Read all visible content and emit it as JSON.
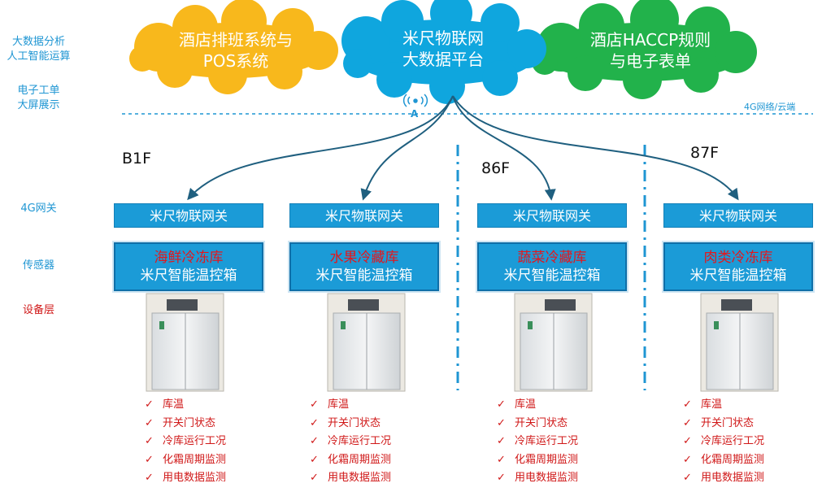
{
  "left_labels": {
    "l1": "大数据分析",
    "l2": "人工智能运算",
    "l3": "电子工单",
    "l4": "大屏展示",
    "gateway_layer": "4G网关",
    "sensor_layer": "传感器",
    "device_layer": "设备层"
  },
  "clouds": {
    "left": {
      "line1": "酒店排班系统与",
      "line2": "POS系统"
    },
    "center": {
      "line1": "米尺物联网",
      "line2": "大数据平台"
    },
    "right": {
      "line1": "酒店HACCP规则",
      "line2": "与电子表单"
    }
  },
  "network_label": "4G网络/云端",
  "antenna_letter": "A",
  "floors": {
    "b1f": "B1F",
    "f86": "86F",
    "f87": "87F"
  },
  "columns": [
    {
      "gateway": "米尺物联网关",
      "room": "海鲜冷冻库",
      "box": "米尺智能温控箱"
    },
    {
      "gateway": "米尺物联网关",
      "room": "水果冷藏库",
      "box": "米尺智能温控箱"
    },
    {
      "gateway": "米尺物联网关",
      "room": "蔬菜冷藏库",
      "box": "米尺智能温控箱"
    },
    {
      "gateway": "米尺物联网关",
      "room": "肉类冷冻库",
      "box": "米尺智能温控箱"
    }
  ],
  "check_mark": "✓",
  "monitor_items": [
    "库温",
    "开关门状态",
    "冷库运行工况",
    "化霜周期监测",
    "用电数据监测"
  ],
  "colors": {
    "cloud_yellow": "#f8b81c",
    "cloud_blue": "#0fa6de",
    "cloud_green": "#22b24b",
    "box_blue": "#1b9bd7",
    "room_red": "#e5161b",
    "connector": "#1f5f7f"
  }
}
